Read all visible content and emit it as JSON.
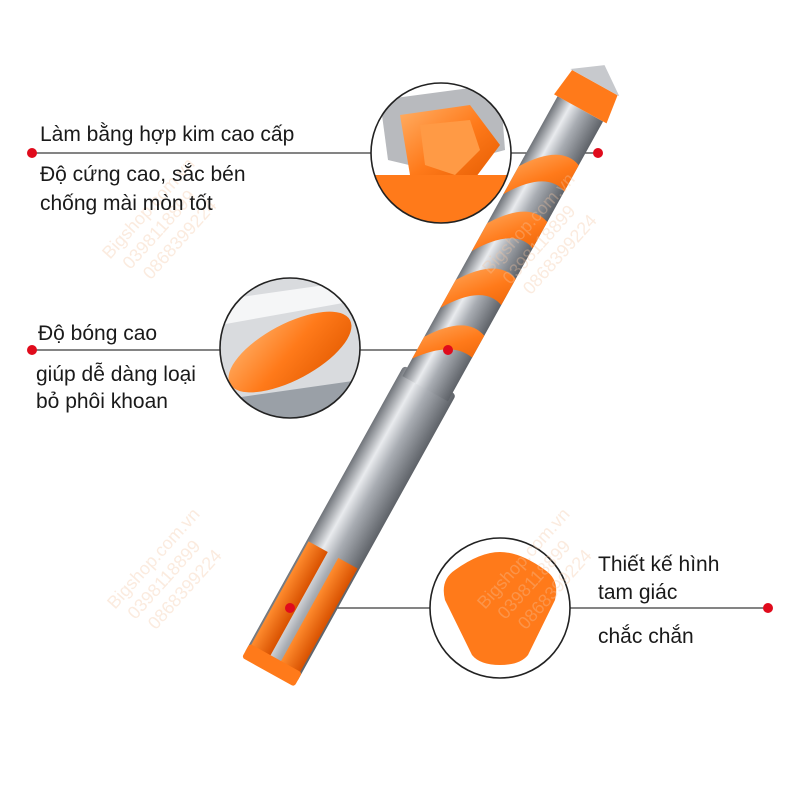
{
  "features": [
    {
      "lines": [
        "Làm bằng hợp kim cao cấp",
        "Độ cứng cao, sắc bén",
        "chống mài mòn tốt"
      ]
    },
    {
      "lines": [
        "Độ bóng cao",
        "giúp dễ dàng loại",
        "bỏ phôi khoan"
      ]
    },
    {
      "lines": [
        "Thiết kế hình",
        "tam giác",
        "chắc chắn"
      ]
    }
  ],
  "watermark": {
    "lines": [
      "Bigshop.com.vn",
      "0398118899",
      "0868399224"
    ]
  },
  "colors": {
    "orange": "#ff7a1a",
    "steel": "#b9bcc2",
    "marker": "#e00b1c",
    "leader_line": "#3a3a3a"
  },
  "icons": [
    "drill-tip-closeup",
    "flute-closeup",
    "triangle-shank-closeup"
  ]
}
